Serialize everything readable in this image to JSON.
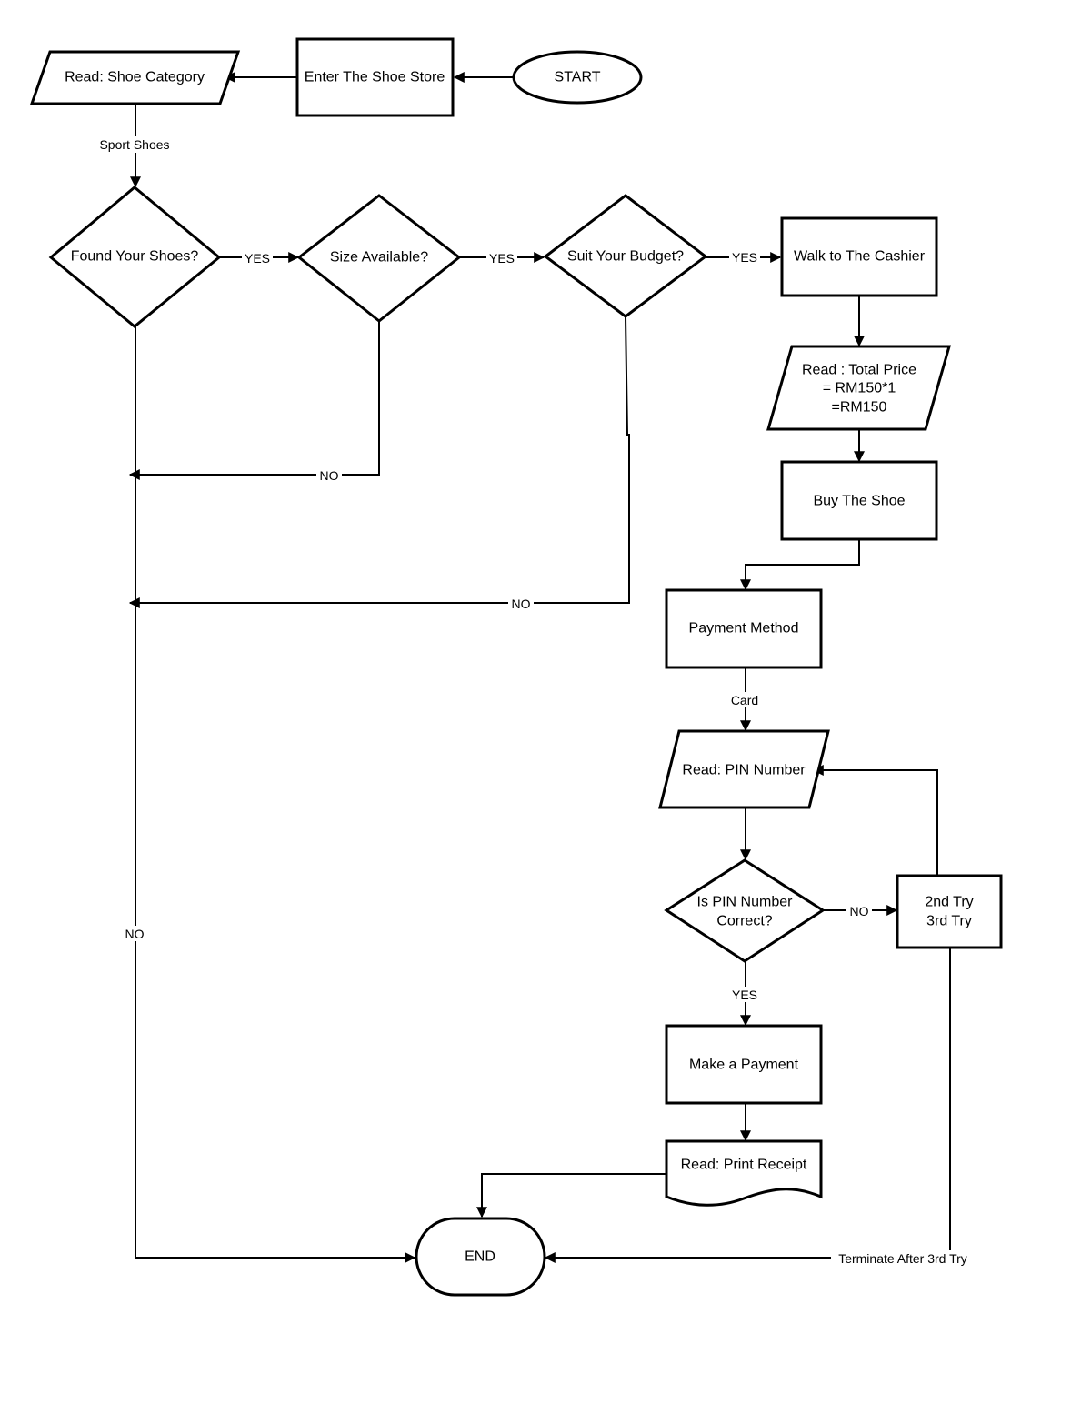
{
  "flowchart": {
    "nodes": {
      "start": "START",
      "enter_store": "Enter The Shoe Store",
      "read_category": "Read: Shoe Category",
      "found_shoes": "Found Your Shoes?",
      "size_available": "Size Available?",
      "suit_budget": "Suit Your Budget?",
      "walk_cashier": "Walk to The Cashier",
      "total_price": [
        "Read : Total Price",
        "= RM150*1",
        "=RM150"
      ],
      "buy_shoe": "Buy The Shoe",
      "payment_method": "Payment Method",
      "read_pin": "Read: PIN Number",
      "pin_correct": [
        "Is PIN Number",
        "Correct?"
      ],
      "tries": [
        "2nd Try",
        "3rd Try"
      ],
      "make_payment": "Make a Payment",
      "print_receipt": "Read: Print Receipt",
      "end": "END"
    },
    "edge_labels": {
      "sport_shoes": "Sport Shoes",
      "found_yes": "YES",
      "size_yes": "YES",
      "budget_yes": "YES",
      "size_no": "NO",
      "budget_no": "NO",
      "found_no": "NO",
      "card": "Card",
      "pin_no": "NO",
      "pin_yes": "YES",
      "terminate": "Terminate After 3rd Try"
    }
  }
}
